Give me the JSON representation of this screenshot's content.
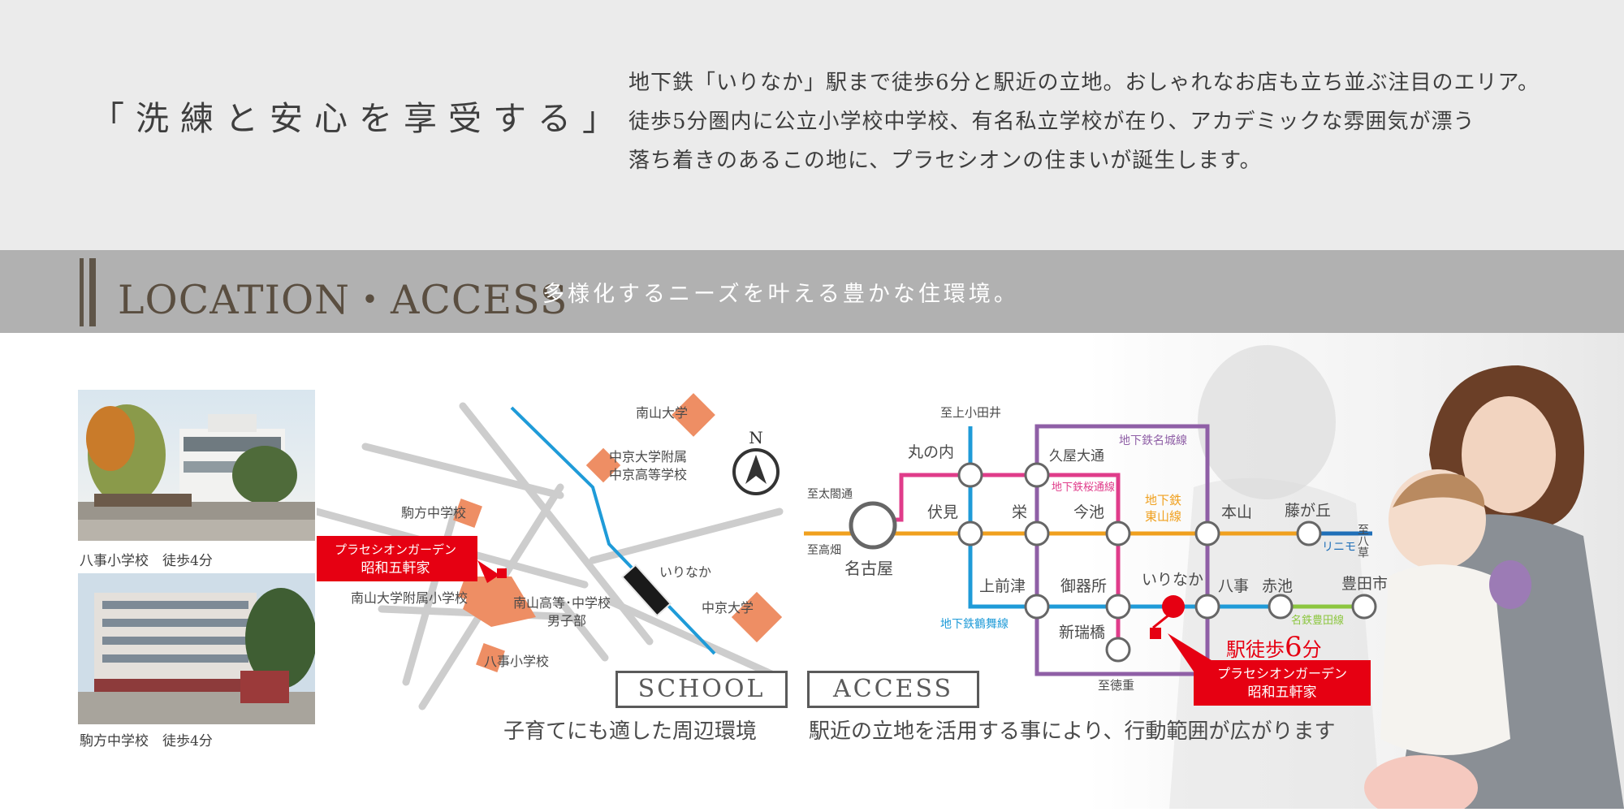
{
  "header": {
    "headline": "「洗練と安心を享受する」",
    "intro_lines": [
      "地下鉄「いりなか」駅まで徒歩6分と駅近の立地。おしゃれなお店も立ち並ぶ注目のエリア。",
      "徒歩5分圏内に公立小学校中学校、有名私立学校が在り、アカデミックな雰囲気が漂う",
      "落ち着きのあるこの地に、プラセシオンの住まいが誕生します。"
    ]
  },
  "section": {
    "title": "LOCATION・ACCESS",
    "subtitle": "多様化するニーズを叶える豊かな住環境。"
  },
  "photos": [
    {
      "caption": "八事小学校　徒歩4分"
    },
    {
      "caption": "駒方中学校　徒歩4分"
    }
  ],
  "school_map": {
    "north": "N",
    "property_label_1": "プラセシオンガーデン",
    "property_label_2": "昭和五軒家",
    "labels": {
      "nanzan_univ": "南山大学",
      "chukyo_attached_1": "中京大学附属",
      "chukyo_attached_2": "中京高等学校",
      "komakata": "駒方中学校",
      "nanzan_elem": "南山大学附属小学校",
      "nanzan_high_1": "南山高等･中学校",
      "nanzan_high_2": "男子部",
      "yagoto_elem": "八事小学校",
      "irinaka": "いりなか",
      "chukyo_univ": "中京大学"
    },
    "box_label": "SCHOOL",
    "caption": "子育てにも適した周辺環境"
  },
  "access_map": {
    "labels": {
      "to_kamiotai": "至上小田井",
      "marunouchi": "丸の内",
      "hisaya": "久屋大通",
      "meijo_line": "地下鉄名城線",
      "sakuradori_line": "地下鉄桜通線",
      "to_taikotori": "至太閤通",
      "fushimi": "伏見",
      "sakae": "栄",
      "imaike": "今池",
      "higashiyama_line_1": "地下鉄",
      "higashiyama_line_2": "東山線",
      "motoyama": "本山",
      "fujigaoka": "藤が丘",
      "to_yakusa": "至八草",
      "linimo": "リニモ",
      "to_takabata": "至高畑",
      "nagoya": "名古屋",
      "kamimaezu": "上前津",
      "gokiso": "御器所",
      "irinaka": "いりなか",
      "yagoto": "八事",
      "akaike": "赤池",
      "toyotashi": "豊田市",
      "tsurumai_line": "地下鉄鶴舞線",
      "shinmizuhashi": "新瑞橋",
      "meitetsu_toyota": "名鉄豊田線",
      "to_tokushige": "至徳重",
      "walk_prefix": "駅徒歩",
      "walk_num": "6",
      "walk_unit": "分",
      "property_label_1": "プラセシオンガーデン",
      "property_label_2": "昭和五軒家"
    },
    "box_label": "ACCESS",
    "caption": "駅近の立地を活用する事により、行動範囲が広がります"
  },
  "colors": {
    "accent_red": "#e60012",
    "school_orange": "#ee8e64",
    "meijo_purple": "#8f5fa6",
    "sakuradori_pink": "#e03c8a",
    "higashiyama_orange": "#f0a01e",
    "tsurumai_blue": "#1f9bd8",
    "meitetsu_green": "#8cc63f"
  }
}
